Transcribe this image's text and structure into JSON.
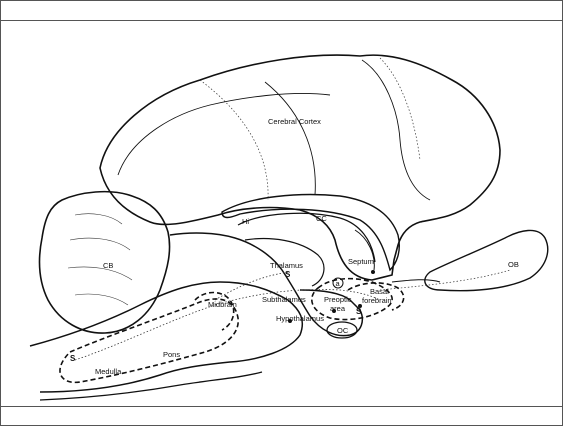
{
  "labels": {
    "cerebral_cortex": "Cerebral Cortex",
    "cb": "CB",
    "ob": "OB",
    "hi": "Hi",
    "cc": "CC",
    "thalamus": "Thalamus",
    "thalamus_s": "S",
    "septum": "Septum",
    "a": "a",
    "midbrain": "Midbrain",
    "subthalamus": "Subthalamus",
    "preoptic": "Preoptic",
    "area": "area",
    "basal": "Basal",
    "forebrain": "forebrain",
    "s_basal": "S",
    "hypothalamus": "Hypothalamus",
    "oc": "OC",
    "pons": "Pons",
    "medulla": "Medulla",
    "s_medulla": "S"
  }
}
